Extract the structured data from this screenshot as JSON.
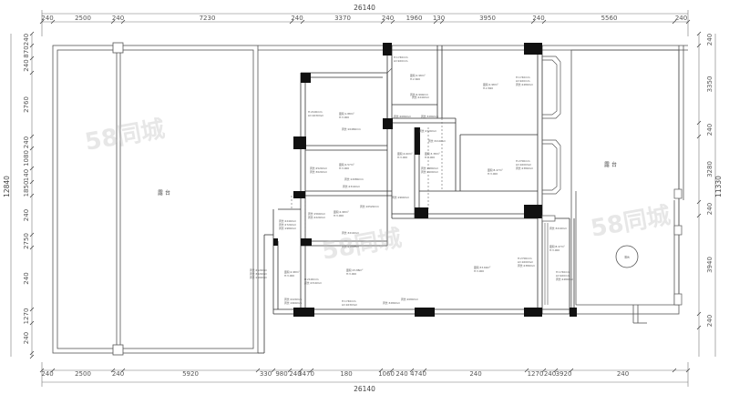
{
  "total_width_label": "26140",
  "total_height_label": "12840",
  "right_total_label": "11330",
  "top_dims": [
    "240",
    "2500",
    "240",
    "7230",
    "240",
    "3370",
    "240",
    "1960",
    "130",
    "3950",
    "240",
    "5560",
    "240"
  ],
  "bottom_dims": [
    "240",
    "2500",
    "240",
    "5920",
    "330",
    "980",
    "240",
    "3470",
    "180",
    "1060",
    "240",
    "4740",
    "240",
    "1270",
    "240",
    "3920",
    "240"
  ],
  "left_dims": [
    "240",
    "870",
    "240",
    "2760",
    "240",
    "1080",
    "140",
    "1850",
    "240",
    "2750",
    "240",
    "1270",
    "240"
  ],
  "right_dims": [
    "240",
    "3350",
    "240",
    "3280",
    "240",
    "3940",
    "240"
  ],
  "rooms": {
    "left_terrace": "露 台",
    "right_terrace": "露 台",
    "circle_label": "露台"
  },
  "annotations": {
    "bed1_area": "面积:2.98m²",
    "bed1_h": "H:2.600",
    "bed1_len": "周长:6.990mm",
    "main_area": "面积:15.88m²",
    "main_h": "H:3.000",
    "room_a_area": "面积:1.88m²",
    "room_a_h": "H:3.000",
    "room_a_len": "周长:10480mm",
    "room_b_area": "面积:2.98m²",
    "room_b_h": "H:2.820",
    "room_b_len": "周长:12080mm",
    "room_c_area": "面积:4.60m²",
    "room_c_h": "H:3.000",
    "room_c_len": "周长:10520mm",
    "room_d_area": "面积:3.38m²",
    "room_d_h": "H:3.000",
    "room_e_area": "面积:8.47m²",
    "room_e_h": "H:3.000",
    "room_f_area": "面积:4.57m²",
    "room_f_h": "H:3.000",
    "room_g_area": "面积:33.60m²",
    "room_g_h": "H:3.000",
    "room_h_area": "面积:2.98m²",
    "room_h_h": "H:3.000",
    "room_i_area": "面积:2.98m²",
    "room_j_area": "面积:8.47m²",
    "door_a": "H:1740mm",
    "door_a2": "LD:920mm",
    "door_b": "H:2100mm",
    "door_b2": "LD:1630mm",
    "door_c": "H:1740mm",
    "door_c2": "LD:920mm",
    "door_d": "H:2700mm",
    "door_d2": "LD:1600mm",
    "label_e": "周长:2480mm",
    "label_f": "周长:2080mm",
    "label_g": "周长:3280mm",
    "label_h": "周长:2240mm",
    "label_i": "周长:2720mm",
    "label_j": "周长:3210mm",
    "label_k": "周长:1980mm",
    "label_l": "周长:2100mm",
    "label_m": "周长:2380mm",
    "label_n": "周长:2520mm",
    "label_o": "周长:3020mm",
    "label_p": "周长:2310mm",
    "label_q": "周长:1560mm",
    "label_r": "周长:2220mm",
    "label_s": "周长:1960mm"
  },
  "watermarks": [
    "58同城",
    "58同城",
    "58同城"
  ]
}
